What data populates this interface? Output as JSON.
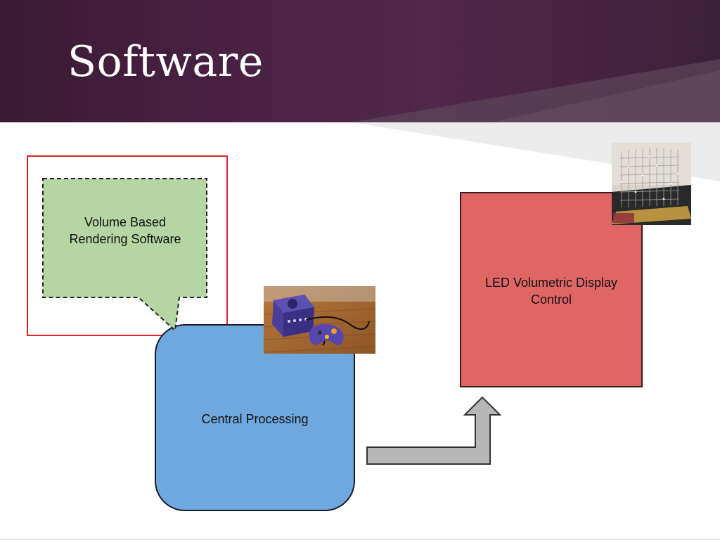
{
  "slide": {
    "title": "Software"
  },
  "diagram": {
    "rendering_callout": {
      "label": "Volume Based Rendering Software",
      "fill": "#b5d5a3",
      "highlight_color": "#e0242b"
    },
    "central_processing": {
      "label": "Central Processing",
      "fill": "#6fa8dc"
    },
    "led_control": {
      "label": "LED Volumetric Display Control",
      "fill": "#e06666"
    },
    "arrow": {
      "fill": "#b7b7b7",
      "direction": "right-then-up"
    },
    "photos": [
      {
        "depicts": "game-console-with-controller"
      },
      {
        "depicts": "led-cube"
      }
    ]
  },
  "colors": {
    "header": "#4a2244",
    "title_text": "#ffffff",
    "outline": "#222222"
  }
}
